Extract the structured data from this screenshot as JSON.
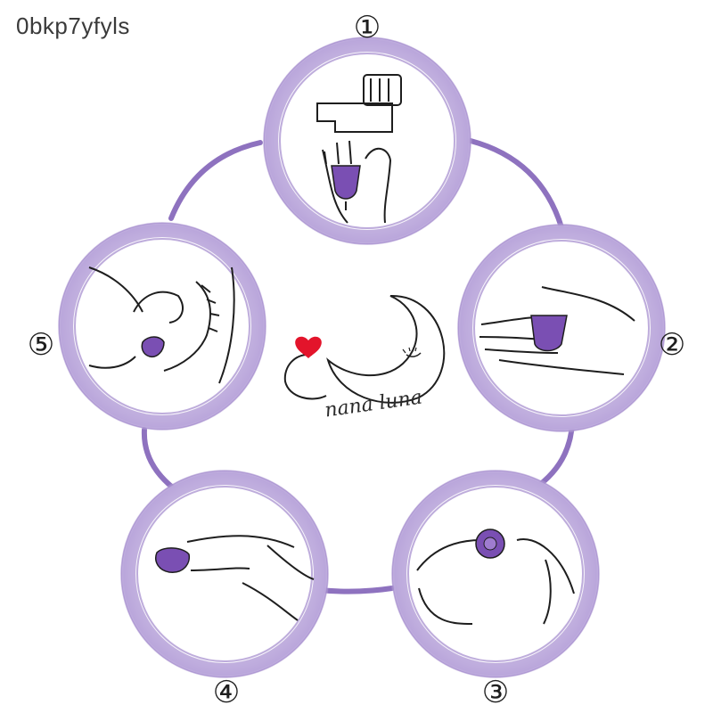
{
  "watermark": "0bkp7yfyls",
  "colors": {
    "ring": "#b7a3d9",
    "ring_dark": "#9478c4",
    "connector": "#8e72bf",
    "cup": "#7a4fb3",
    "heart": "#e3142b",
    "line": "#1e1e1e"
  },
  "steps": [
    {
      "number": "①",
      "icon": "faucet-wash-cup-icon"
    },
    {
      "number": "②",
      "icon": "cup-in-palm-icon"
    },
    {
      "number": "③",
      "icon": "fold-cup-hands-icon"
    },
    {
      "number": "④",
      "icon": "folded-cup-fingers-icon"
    },
    {
      "number": "⑤",
      "icon": "insertion-anatomy-icon"
    }
  ],
  "brand": {
    "name": "nana luna",
    "logo": "moon-heart-logo"
  }
}
